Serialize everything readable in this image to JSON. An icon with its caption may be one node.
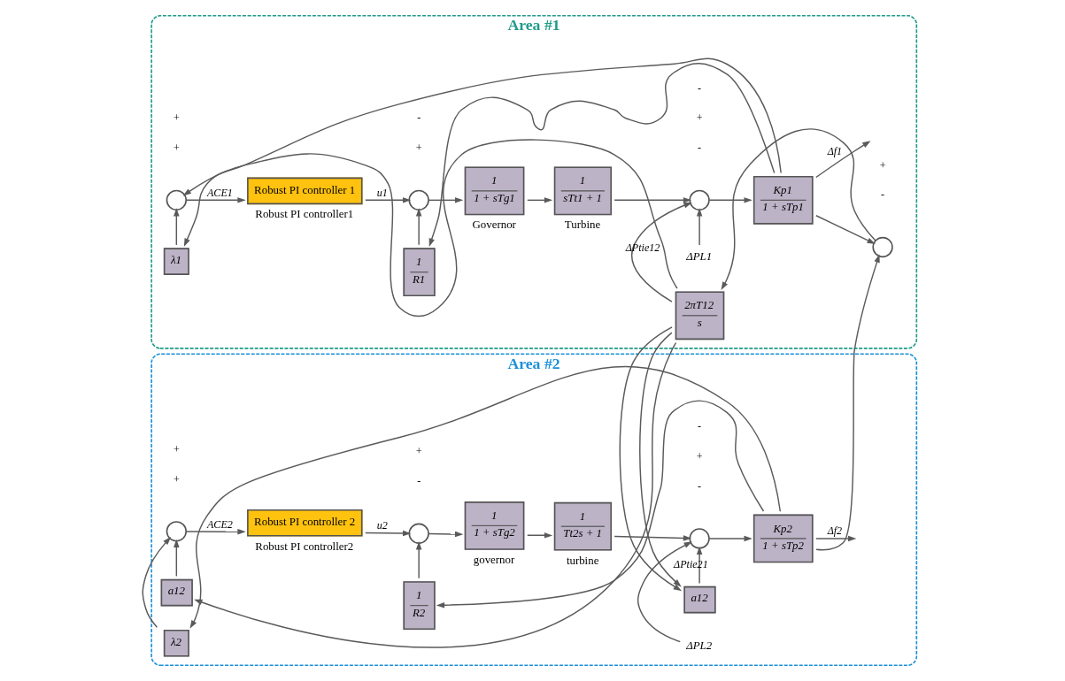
{
  "diagram": {
    "nodes": [
      {
        "text": [
          "Area #1"
        ]
      },
      {
        "text": [
          "λ1"
        ],
        "in": 0
      },
      {
        "text": [
          "1",
          "R1"
        ],
        "in": 0
      },
      {
        "text": [
          "ΔPL1"
        ],
        "in": 0
      },
      {
        "text": [],
        "shape": "circle",
        "in": 0
      },
      {
        "text": [
          "Robust PI controller 1"
        ],
        "beside": [
          "Robust PI controller1"
        ],
        "in": 0
      },
      {
        "text": [],
        "shape": "circle",
        "in": 0
      },
      {
        "text": [
          "1",
          "1 + sTg1"
        ],
        "beside": [
          "Governor"
        ],
        "in": 0
      },
      {
        "text": [
          "1",
          "sTt1 + 1"
        ],
        "beside": [
          "Turbine"
        ],
        "in": 0
      },
      {
        "text": [],
        "shape": "circle",
        "in": 0
      },
      {
        "text": [
          "Kp1",
          "1 + sTp1"
        ],
        "in": 0
      },
      {
        "text": [
          "2πT12",
          "s"
        ],
        "in": 0
      },
      {
        "text": [],
        "shape": "circle",
        "in": 0
      },
      {
        "text": [
          "Area #2"
        ]
      },
      {
        "text": [
          "a12"
        ],
        "in": 13
      },
      {
        "text": [
          "λ2"
        ],
        "in": 13
      },
      {
        "text": [],
        "shape": "circle",
        "in": 13
      },
      {
        "text": [
          "Robust PI controller 2"
        ],
        "beside": [
          "Robust PI controller2"
        ],
        "in": 13
      },
      {
        "text": [
          "1",
          "R2"
        ],
        "in": 13
      },
      {
        "text": [],
        "shape": "circle",
        "in": 13
      },
      {
        "text": [
          "1",
          "1 + sTg2"
        ],
        "beside": [
          "governor"
        ],
        "in": 13
      },
      {
        "text": [
          "1",
          "Tt2s + 1"
        ],
        "beside": [
          "turbine"
        ],
        "in": 13
      },
      {
        "text": [
          "a12"
        ],
        "in": 13
      },
      {
        "text": [
          "ΔPL2"
        ],
        "in": 13
      },
      {
        "text": [],
        "shape": "circle",
        "in": 13
      },
      {
        "text": [
          "Kp2",
          "1 + sTp2"
        ],
        "in": 13
      }
    ],
    "edges": [
      {
        "from": 1,
        "to": 4,
        "arrow": "to"
      },
      {
        "from": 4,
        "to": 5,
        "arrow": "to",
        "label": "ACE1"
      },
      {
        "from": 5,
        "to": 6,
        "arrow": "to",
        "label": "u1"
      },
      {
        "from": 2,
        "to": 6,
        "arrow": "to"
      },
      {
        "from": 6,
        "to": 7,
        "arrow": "to"
      },
      {
        "from": 7,
        "to": 8,
        "arrow": "to"
      },
      {
        "from": 8,
        "to": 9,
        "arrow": "to"
      },
      {
        "from": 3,
        "to": 9,
        "arrow": "to"
      },
      {
        "from": 9,
        "to": 10,
        "arrow": "to"
      },
      {
        "from": 10,
        "to": null,
        "arrow": "to",
        "label": "Δf1"
      },
      {
        "from": 10,
        "to": 1,
        "arrow": "to"
      },
      {
        "from": 10,
        "to": 2,
        "arrow": "to"
      },
      {
        "from": 10,
        "to": 12,
        "arrow": "to"
      },
      {
        "from": 12,
        "to": 11,
        "arrow": "to"
      },
      {
        "from": 11,
        "to": 9,
        "arrow": "to",
        "label": "ΔPtie12"
      },
      {
        "from": 11,
        "to": 4,
        "arrow": "to"
      },
      {
        "from": 11,
        "to": 14,
        "arrow": "to"
      },
      {
        "from": 11,
        "to": 22,
        "arrow": "to"
      },
      {
        "from": 14,
        "to": 16,
        "arrow": "to"
      },
      {
        "from": 15,
        "to": 16,
        "arrow": "to"
      },
      {
        "from": 16,
        "to": 17,
        "arrow": "to",
        "label": "ACE2"
      },
      {
        "from": 17,
        "to": 19,
        "arrow": "to",
        "label": "u2"
      },
      {
        "from": 18,
        "to": 19,
        "arrow": "to"
      },
      {
        "from": 19,
        "to": 20,
        "arrow": "to"
      },
      {
        "from": 20,
        "to": 21,
        "arrow": "to"
      },
      {
        "from": 21,
        "to": 24,
        "arrow": "to"
      },
      {
        "from": 22,
        "to": 24,
        "arrow": "to",
        "label": "ΔPtie21"
      },
      {
        "from": 23,
        "to": 24,
        "arrow": "to"
      },
      {
        "from": 24,
        "to": 25,
        "arrow": "to"
      },
      {
        "from": 25,
        "to": null,
        "arrow": "to",
        "label": "Δf2"
      },
      {
        "from": 25,
        "to": 12,
        "arrow": "to"
      },
      {
        "from": 25,
        "to": 15,
        "arrow": "to"
      },
      {
        "from": 25,
        "to": 18,
        "arrow": "to"
      }
    ],
    "labels": [
      "+",
      "-",
      "-",
      "+",
      "+",
      "+",
      "-",
      "+",
      "-",
      "+",
      "-",
      "+",
      "+",
      "-",
      "+",
      "-"
    ]
  }
}
